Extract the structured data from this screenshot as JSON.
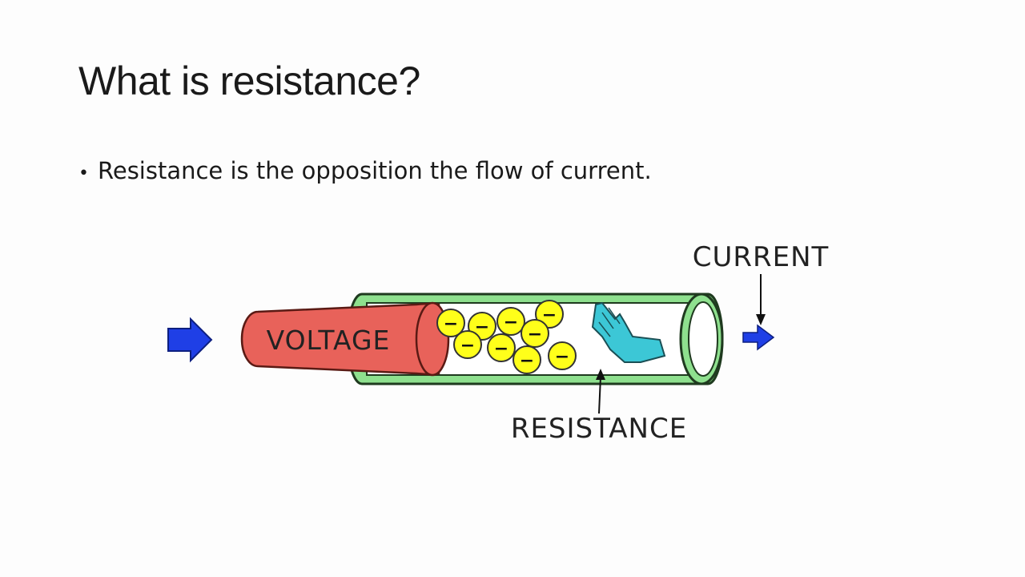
{
  "slide": {
    "title": "What is resistance?",
    "bullets": [
      {
        "marker": "•",
        "text": "Resistance is the opposition the flow of current."
      }
    ]
  },
  "diagram": {
    "labels": {
      "voltage": "VOLTAGE",
      "current": "CURRENT",
      "resistance": "RESISTANCE"
    },
    "electron_symbol": "−",
    "colors": {
      "pipe_green": "#8ee08e",
      "pipe_outline": "#1f3a1f",
      "piston_red": "#e8625a",
      "electron_yellow": "#ffff1a",
      "hand_cyan": "#3cc7d6",
      "arrow_blue": "#1f3fe6"
    }
  }
}
